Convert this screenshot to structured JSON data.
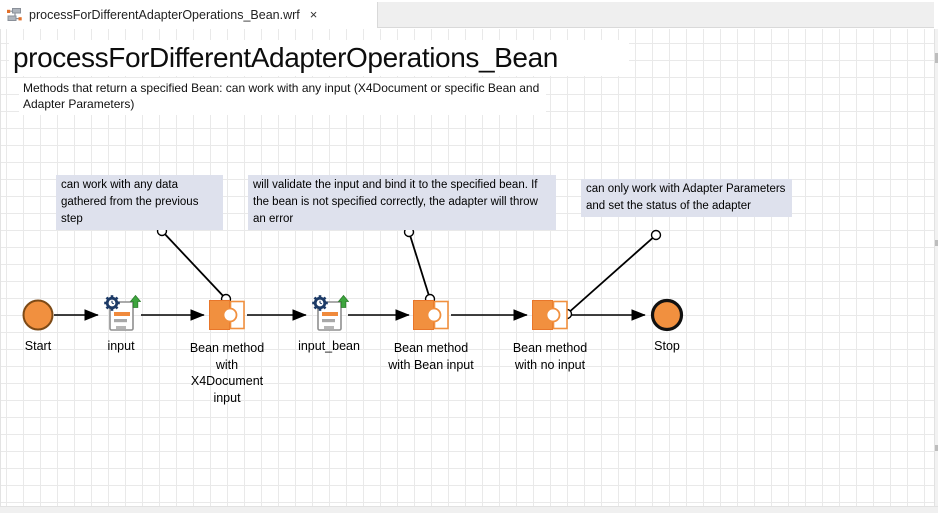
{
  "tab": {
    "title": "processForDifferentAdapterOperations_Bean.wrf",
    "close_icon": "×"
  },
  "header": {
    "title": "processForDifferentAdapterOperations_Bean",
    "description": "Methods that return a specified Bean: can work with any input (X4Document or specific Bean and Adapter Parameters)"
  },
  "notes": [
    {
      "text": "can work with any data gathered from the previous step"
    },
    {
      "text": "will validate the input and bind it to the specified bean. If the bean is not specified correctly, the adapter will throw an error"
    },
    {
      "text": "can only work with Adapter Parameters and set the status of the adapter"
    }
  ],
  "nodes": [
    {
      "id": "start",
      "type": "start-event",
      "label": "Start"
    },
    {
      "id": "input",
      "type": "document-mapping",
      "label": "input"
    },
    {
      "id": "bean-x4",
      "type": "adapter",
      "label": "Bean method\nwith\nX4Document\ninput"
    },
    {
      "id": "input_bean",
      "type": "document-mapping",
      "label": "input_bean"
    },
    {
      "id": "bean-bean",
      "type": "adapter",
      "label": "Bean method\nwith Bean input"
    },
    {
      "id": "bean-none",
      "type": "adapter",
      "label": "Bean method\nwith no input"
    },
    {
      "id": "stop",
      "type": "stop-event",
      "label": "Stop"
    }
  ],
  "colors": {
    "node_orange": "#F1903F",
    "start_border": "#7D4A16",
    "stop_border": "#111111",
    "note_background": "#DEE1ED",
    "grid_line": "#E9E9E9",
    "edge": "#000000",
    "doc_gear_blue": "#1C3A66",
    "doc_arrow_green": "#3DA53D",
    "doc_line_orange": "#F08A3C"
  }
}
